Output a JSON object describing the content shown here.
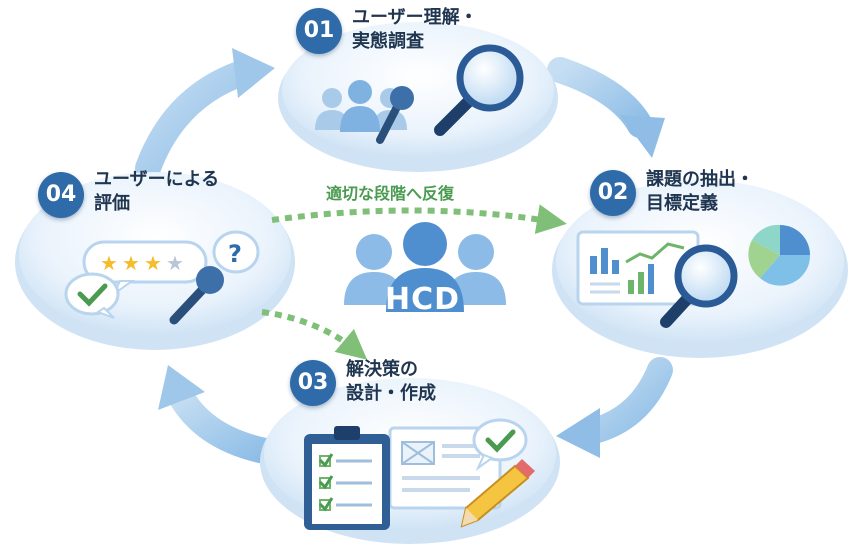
{
  "center": {
    "label": "HCD",
    "iteration_label": "適切な段階へ反復"
  },
  "steps": [
    {
      "number": "01",
      "title_line1": "ユーザー理解・",
      "title_line2": "実態調査"
    },
    {
      "number": "02",
      "title_line1": "課題の抽出・",
      "title_line2": "目標定義"
    },
    {
      "number": "03",
      "title_line1": "解決策の",
      "title_line2": "設計・作成"
    },
    {
      "number": "04",
      "title_line1": "ユーザーによる",
      "title_line2": "評価"
    }
  ],
  "colors": {
    "badge": "#2f6ba8",
    "title_text": "#1f3550",
    "cycle_arrow": "#a9cdea",
    "iteration_arrow": "#7fbf77",
    "platform": "#e6f1fb",
    "people": "#6fa8dc"
  },
  "icons": {
    "step1": [
      "people-group-icon",
      "microphone-icon",
      "magnifier-icon"
    ],
    "step2": [
      "dashboard-chart-icon",
      "pie-chart-icon",
      "magnifier-icon"
    ],
    "step3": [
      "clipboard-checklist-icon",
      "wireframe-document-icon",
      "checkmark-bubble-icon",
      "pencil-icon"
    ],
    "step4": [
      "star-rating-bubble-icon",
      "question-bubble-icon",
      "checkmark-bubble-icon",
      "microphone-icon"
    ],
    "center": "people-group-icon"
  }
}
